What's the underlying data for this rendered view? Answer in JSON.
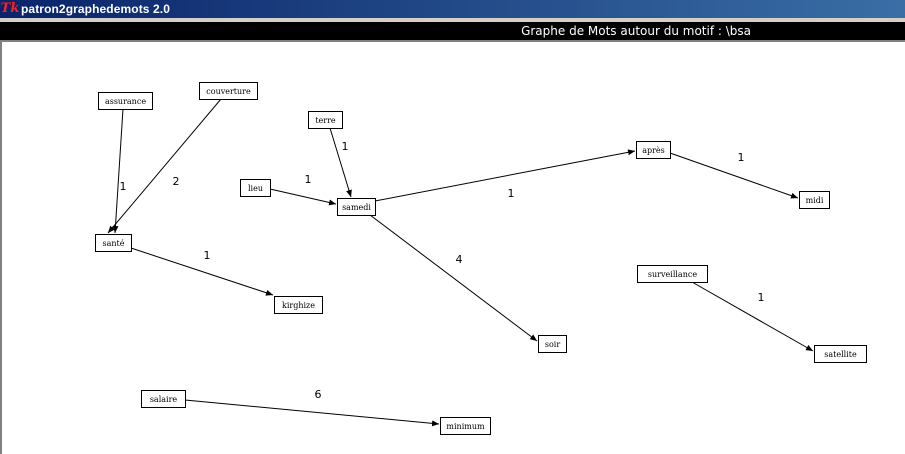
{
  "window": {
    "title": "patron2graphedemots 2.0",
    "icon": "tk-feather-icon"
  },
  "header": {
    "title": "Graphe de Mots autour du motif : \\bsa"
  },
  "graph": {
    "nodes": [
      {
        "id": "assurance",
        "label": "assurance"
      },
      {
        "id": "couverture",
        "label": "couverture"
      },
      {
        "id": "terre",
        "label": "terre"
      },
      {
        "id": "lieu",
        "label": "lieu"
      },
      {
        "id": "samedi",
        "label": "samedi"
      },
      {
        "id": "apres",
        "label": "après"
      },
      {
        "id": "midi",
        "label": "midi"
      },
      {
        "id": "sante",
        "label": "santé"
      },
      {
        "id": "kirghize",
        "label": "kirghize"
      },
      {
        "id": "soir",
        "label": "soir"
      },
      {
        "id": "surveillance",
        "label": "surveillance"
      },
      {
        "id": "satellite",
        "label": "satellite"
      },
      {
        "id": "salaire",
        "label": "salaire"
      },
      {
        "id": "minimum",
        "label": "minimum"
      }
    ],
    "edges": [
      {
        "from": "assurance",
        "to": "sante",
        "weight": "1"
      },
      {
        "from": "couverture",
        "to": "sante",
        "weight": "2"
      },
      {
        "from": "terre",
        "to": "samedi",
        "weight": "1"
      },
      {
        "from": "lieu",
        "to": "samedi",
        "weight": "1"
      },
      {
        "from": "samedi",
        "to": "apres",
        "weight": "1"
      },
      {
        "from": "apres",
        "to": "midi",
        "weight": "1"
      },
      {
        "from": "sante",
        "to": "kirghize",
        "weight": "1"
      },
      {
        "from": "samedi",
        "to": "soir",
        "weight": "4"
      },
      {
        "from": "surveillance",
        "to": "satellite",
        "weight": "1"
      },
      {
        "from": "salaire",
        "to": "minimum",
        "weight": "6"
      }
    ]
  }
}
